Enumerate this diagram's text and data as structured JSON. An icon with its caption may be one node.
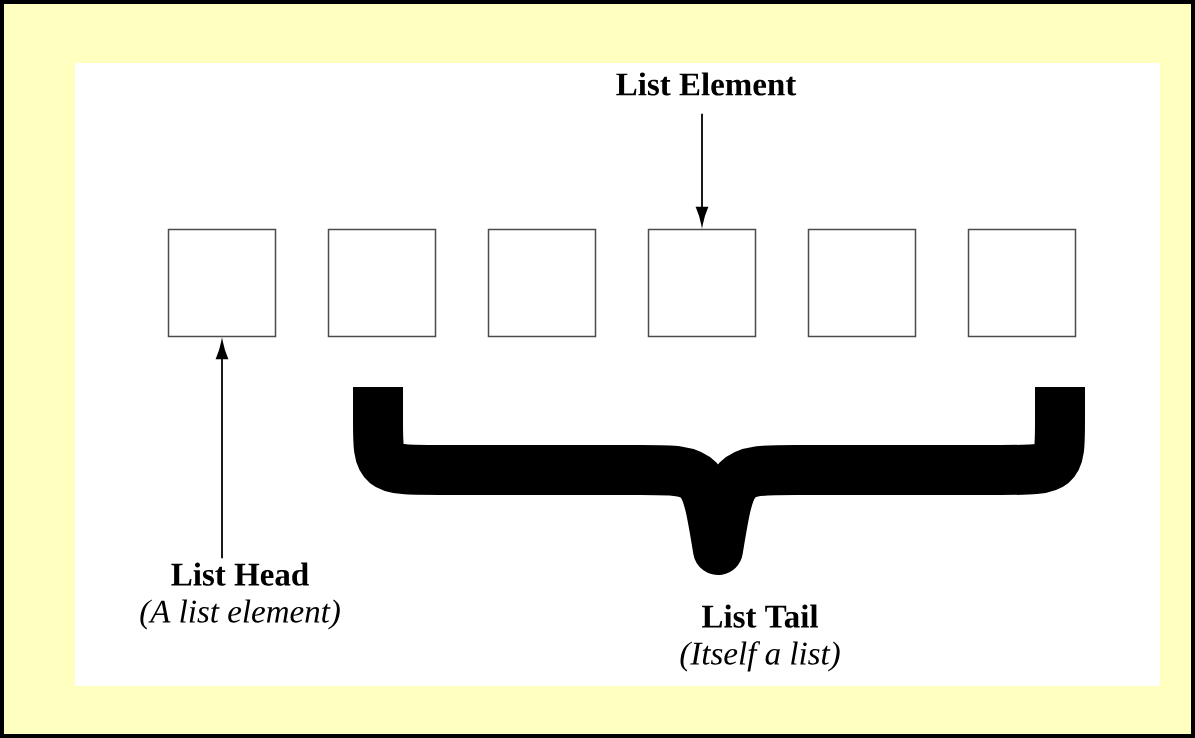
{
  "diagram": {
    "nodes": [
      {
        "text": [
          "List Element"
        ]
      },
      {
        "text": [],
        "shape": "box"
      },
      {
        "text": [],
        "shape": "box"
      },
      {
        "text": [],
        "shape": "box"
      },
      {
        "text": [],
        "shape": "box"
      },
      {
        "text": [],
        "shape": "box"
      },
      {
        "text": [],
        "shape": "box"
      },
      {
        "text": [
          "List Head",
          "(A list element)"
        ]
      },
      {
        "text": [
          "List Tail",
          "(Itself a list)"
        ]
      }
    ],
    "edges": [
      {
        "from": 0,
        "to": 4,
        "arrow": "to"
      },
      {
        "from": 7,
        "to": 1,
        "arrow": "to"
      }
    ]
  }
}
